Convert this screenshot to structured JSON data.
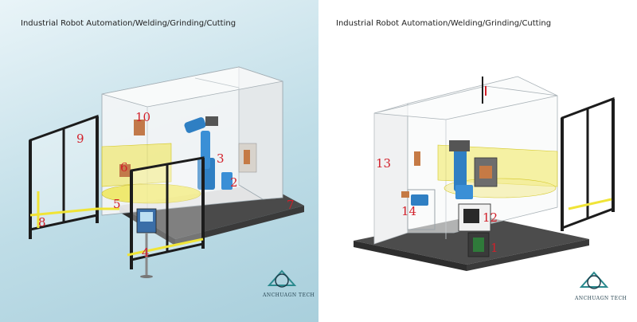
{
  "left": {
    "title": "Industrial Robot Automation/Welding/Grinding/Cutting",
    "labels": [
      "10",
      "9",
      "6",
      "3",
      "2",
      "5",
      "8",
      "7",
      "4"
    ],
    "logo_text": "ANCHUAGN TECH"
  },
  "right": {
    "title": "Industrial Robot Automation/Welding/Grinding/Cutting",
    "labels": [
      "13",
      "12",
      "14",
      "1"
    ],
    "logo_text": "ANCHUAGN TECH"
  },
  "colors": {
    "label_red": "#d2202a",
    "robot_blue": "#2f7fc3",
    "safety_yellow": "#f0e437",
    "frame_black": "#1c1c1c"
  },
  "icons": [
    "robot-arm-icon",
    "logo-icon"
  ]
}
